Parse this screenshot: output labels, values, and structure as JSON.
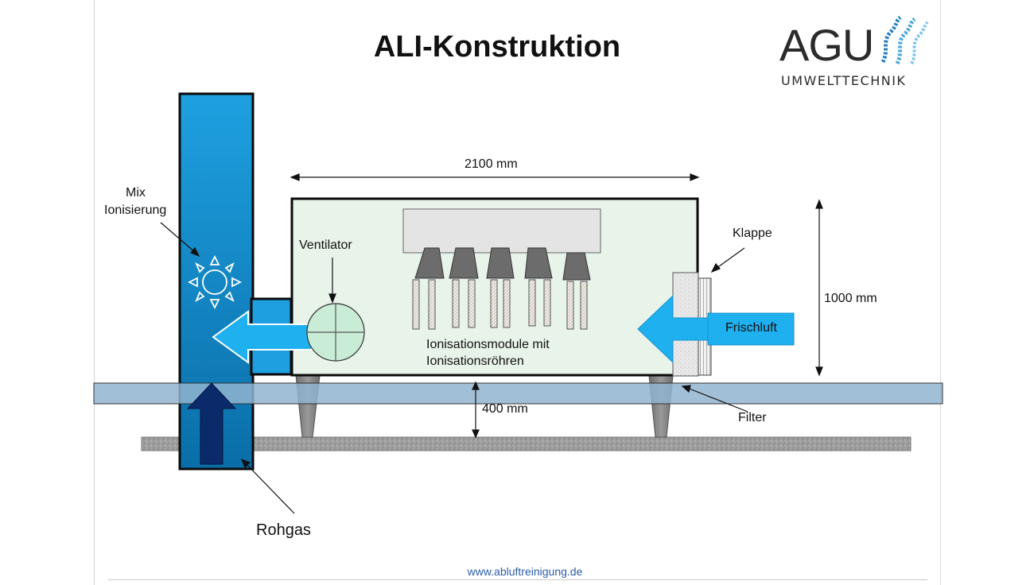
{
  "title": "ALI-Konstruktion",
  "logo": {
    "main": "AGU",
    "sub": "UMWELTTECHNIK"
  },
  "labels": {
    "dim_width": "2100 mm",
    "dim_height": "1000 mm",
    "dim_legs": "400 mm",
    "mix_line1": "Mix",
    "mix_line2": "Ionisierung",
    "ventilator": "Ventilator",
    "klappe": "Klappe",
    "frischluft": "Frischluft",
    "modules_line1": "Ionisationsmodule mit",
    "modules_line2": "Ionisationsröhren",
    "filter": "Filter",
    "rohgas": "Rohgas"
  },
  "footer": "www.abluftreinigung.de",
  "colors": {
    "duct_top": "#1ea0e0",
    "duct_bottom": "#0a6ea8",
    "arrow_light": "#1fb0f0",
    "arrow_dark": "#0b2a6a",
    "housing": "#e8f3ea",
    "floor": "#90b4d0",
    "ground": "#9a9a9a",
    "footer_link": "#2a5ea8"
  }
}
